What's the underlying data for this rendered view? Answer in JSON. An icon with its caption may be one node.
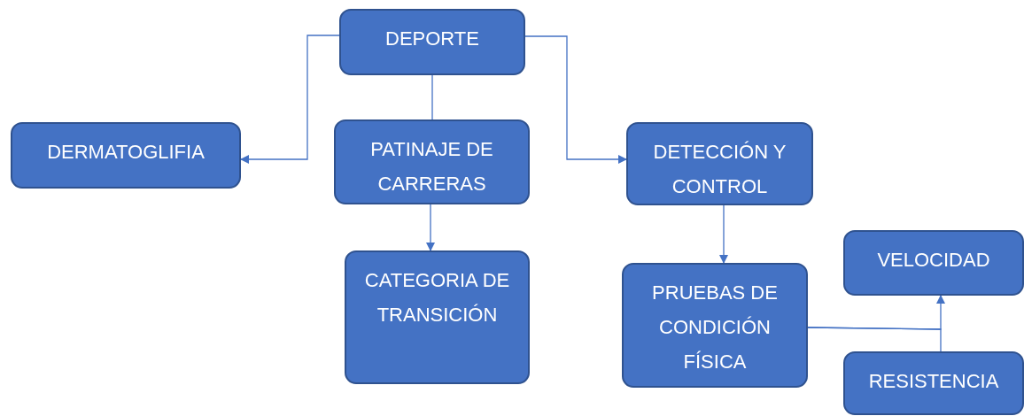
{
  "diagram": {
    "nodes": [
      {
        "text": [
          "DEPORTE"
        ]
      },
      {
        "text": [
          "DERMATOGLIFIA"
        ]
      },
      {
        "text": [
          "PATINAJE DE CARRERAS"
        ]
      },
      {
        "text": [
          "DETECCIÓN Y CONTROL"
        ]
      },
      {
        "text": [
          "CATEGORIA DE TRANSICIÓN"
        ]
      },
      {
        "text": [
          "PRUEBAS DE CONDICIÓN FÍSICA"
        ]
      },
      {
        "text": [
          "VELOCIDAD"
        ]
      },
      {
        "text": [
          "RESISTENCIA"
        ]
      }
    ],
    "edges": [
      {
        "from": 0,
        "to": 1,
        "arrow": "to"
      },
      {
        "from": 0,
        "to": 2,
        "arrow": "none"
      },
      {
        "from": 0,
        "to": 3,
        "arrow": "to"
      },
      {
        "from": 2,
        "to": 4,
        "arrow": "to"
      },
      {
        "from": 3,
        "to": 5,
        "arrow": "to"
      },
      {
        "from": 5,
        "to": 6,
        "arrow": "to"
      },
      {
        "from": 5,
        "to": 7,
        "arrow": "none"
      }
    ]
  }
}
